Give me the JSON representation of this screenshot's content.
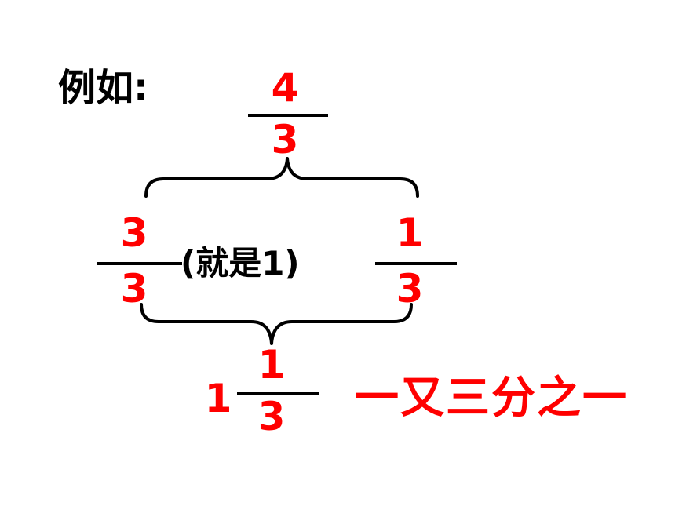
{
  "intro_label": "例如:",
  "top_fraction": {
    "numerator": "4",
    "denominator": "3"
  },
  "left_fraction": {
    "numerator": "3",
    "denominator": "3"
  },
  "left_note": "(就是1)",
  "right_fraction": {
    "numerator": "1",
    "denominator": "3"
  },
  "mixed_number": {
    "whole": "1",
    "numerator": "1",
    "denominator": "3"
  },
  "reading_text": "一又三分之一",
  "colors": {
    "number": "#ff0000",
    "line": "#000000",
    "text": "#000000"
  }
}
